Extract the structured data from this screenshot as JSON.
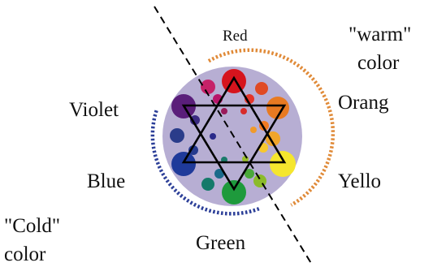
{
  "labels": {
    "red": "Red",
    "orange": "Orang",
    "yellow": "Yello",
    "green": "Green",
    "blue": "Blue",
    "violet": "Violet",
    "warm_line1": "\"warm\"",
    "warm_line2": "color",
    "cold_line1": "\"Cold\"",
    "cold_line2": "color"
  },
  "colors": {
    "red": "#d6141d",
    "orange": "#e87a22",
    "yellow": "#f5e62e",
    "green": "#1e9a3c",
    "blue": "#1f3a9a",
    "violet": "#5a1e7a",
    "wheel_background": "#b7aed3",
    "warm_arc": "#e08a38",
    "cold_arc": "#2c3f98",
    "outline": "#000000"
  }
}
